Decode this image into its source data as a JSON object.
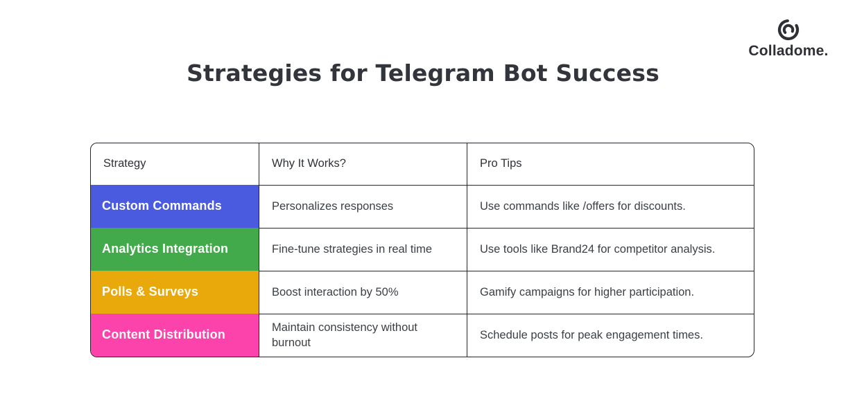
{
  "logo": {
    "brand": "Colladome.",
    "icon": "colladome-spiral-icon",
    "color": "#2e3036"
  },
  "title": {
    "text": "Strategies for Telegram Bot Success",
    "color": "#32353b"
  },
  "table": {
    "border_color": "#24262b",
    "columns": [
      {
        "key": "strategy",
        "label": "Strategy"
      },
      {
        "key": "why",
        "label": "Why It Works?"
      },
      {
        "key": "tips",
        "label": "Pro Tips"
      }
    ],
    "rows": [
      {
        "strategy": "Custom Commands",
        "color": "#4a5be0",
        "why": "Personalizes responses",
        "tips": "Use commands like /offers for discounts."
      },
      {
        "strategy": "Analytics Integration",
        "color": "#43aa4b",
        "why": "Fine-tune strategies in real time",
        "tips": "Use tools like Brand24 for competitor analysis."
      },
      {
        "strategy": "Polls & Surveys",
        "color": "#e9a90a",
        "why": "Boost interaction by 50%",
        "tips": "Gamify campaigns for higher participation."
      },
      {
        "strategy": "Content Distribution",
        "color": "#fb43ab",
        "why": "Maintain consistency without burnout",
        "tips": "Schedule posts for peak engagement times."
      }
    ]
  }
}
